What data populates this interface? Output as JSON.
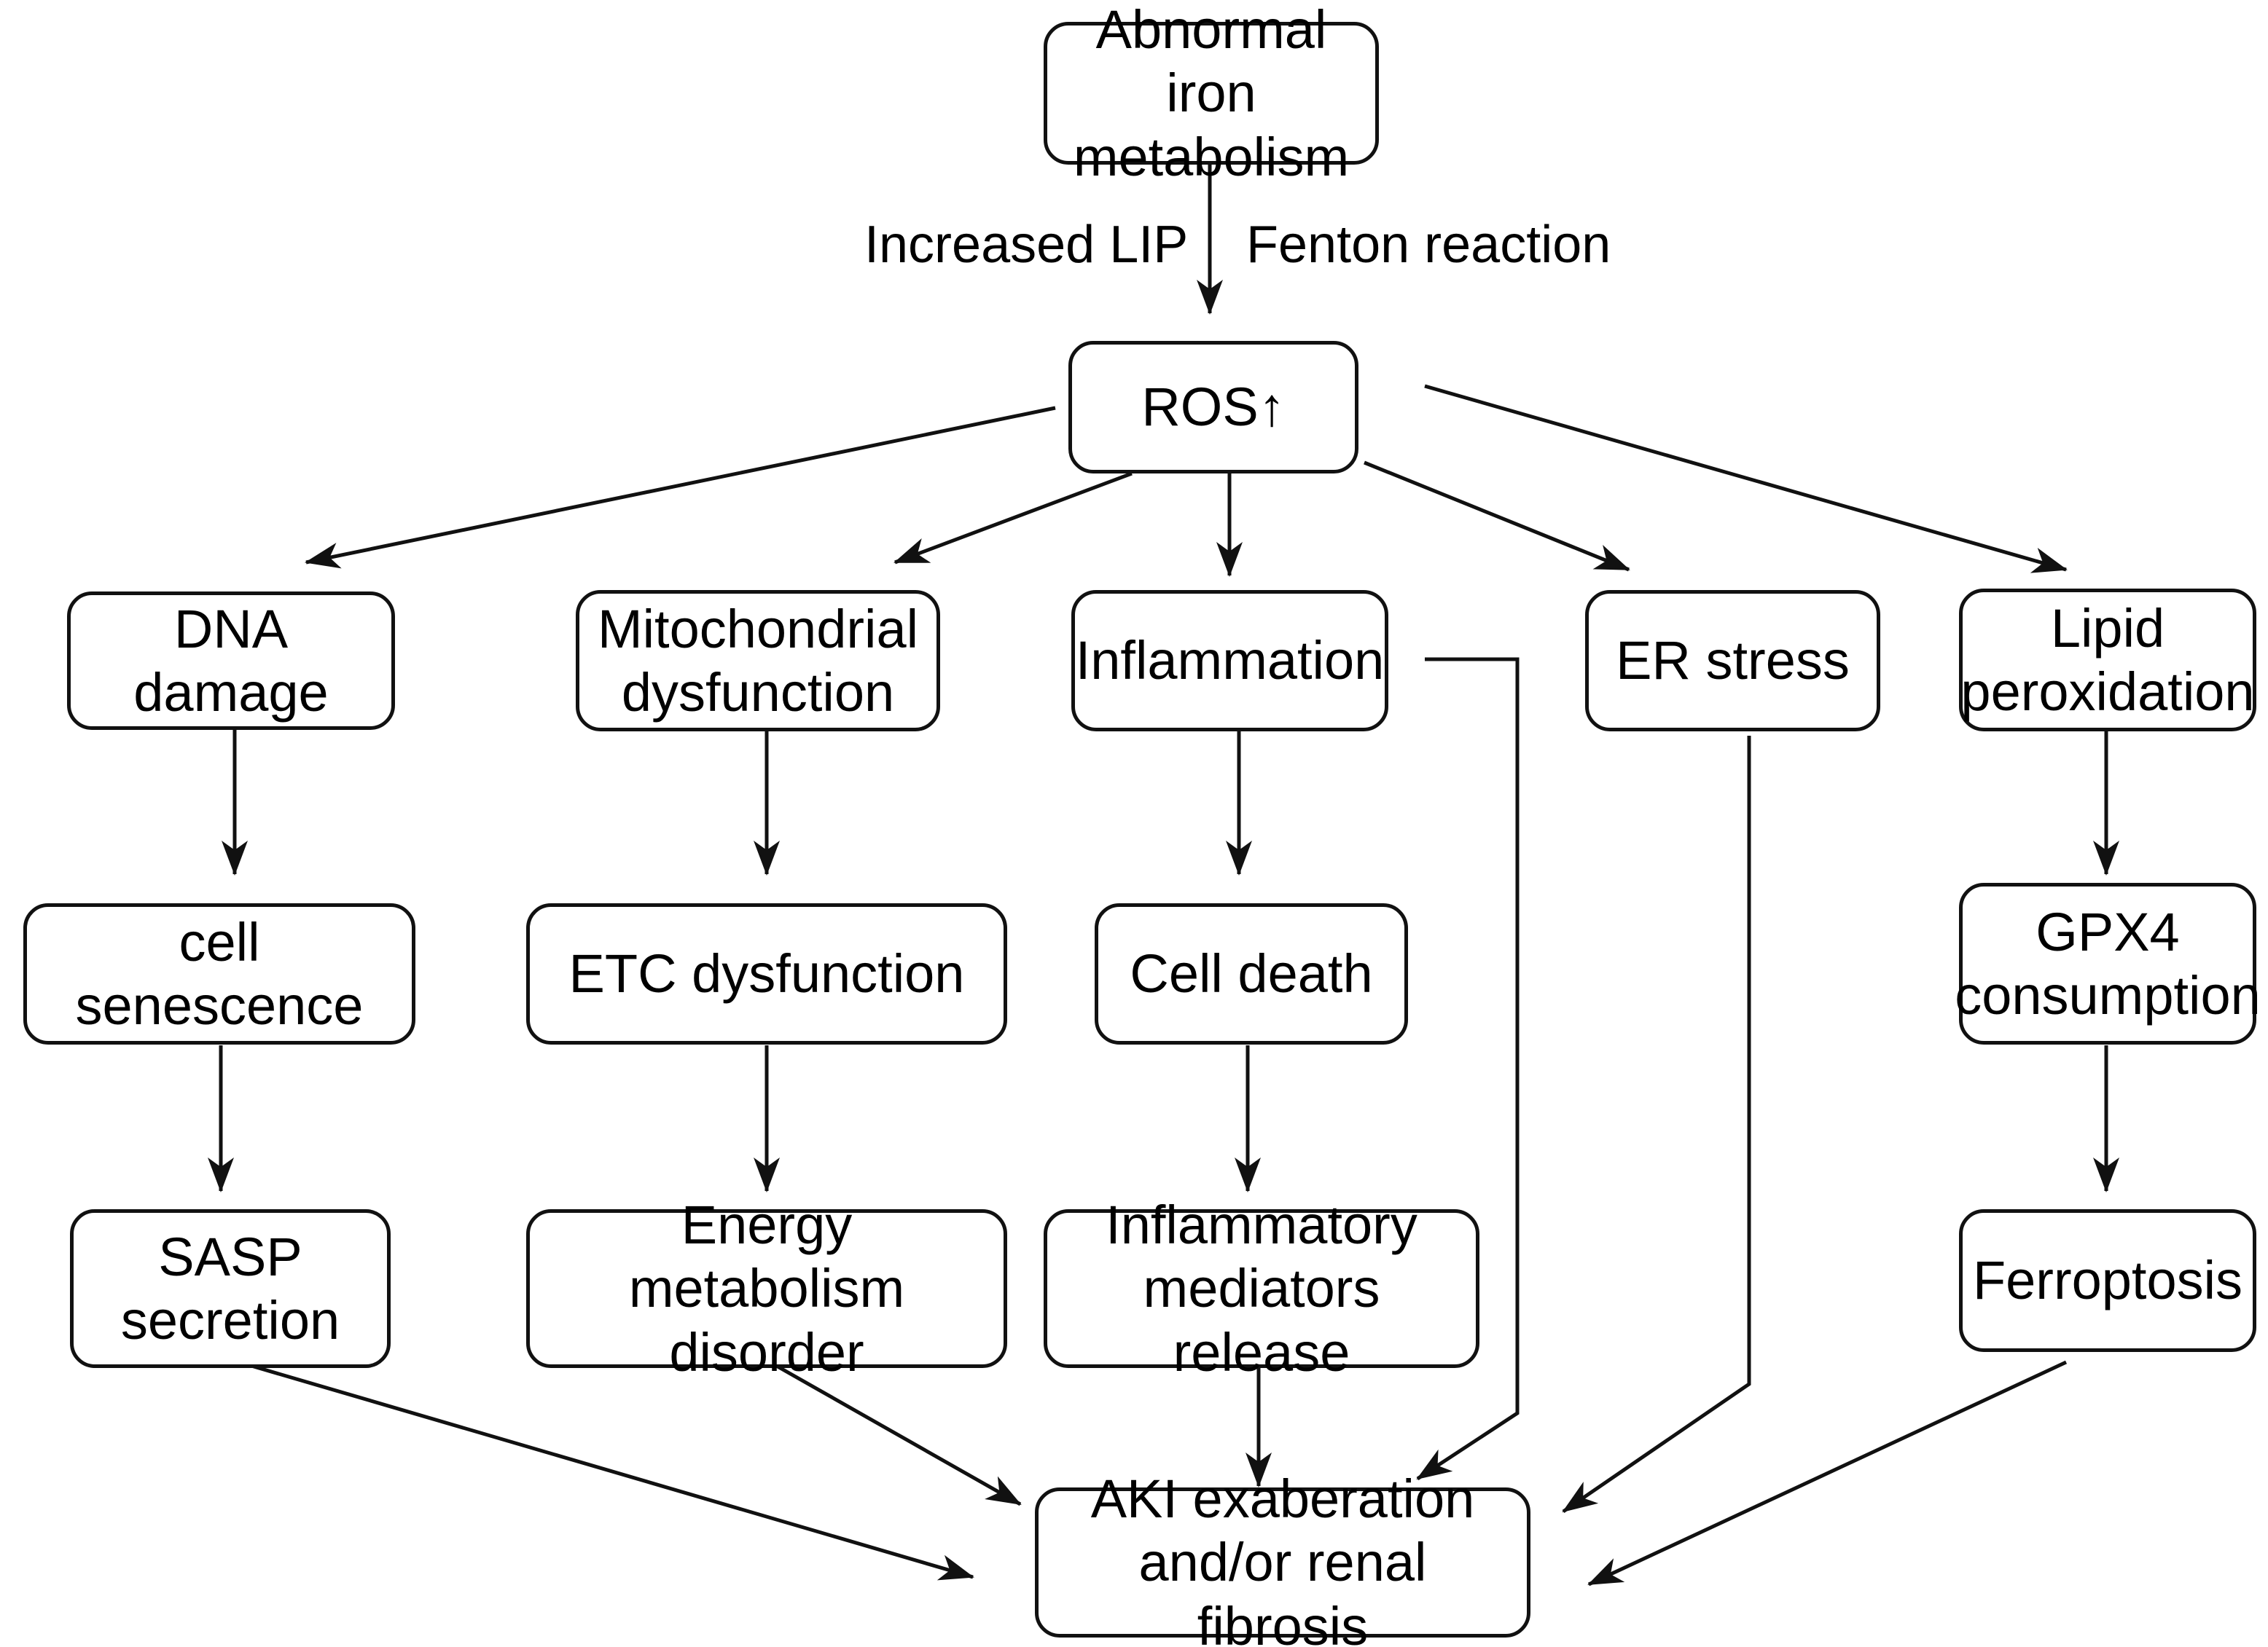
{
  "diagram": {
    "title": "Abnormal iron metabolism pathway to AKI exacerbation and/or renal fibrosis",
    "stroke_color": "#111111",
    "background_color": "#ffffff",
    "text_color": "#000000"
  },
  "nodes": {
    "abnormal_iron_metabolism": "Abnormal iron\nmetabolism",
    "ros": "ROS↑",
    "dna_damage": "DNA damage",
    "mitochondrial_dysfunction": "Mitochondrial\ndysfunction",
    "inflammation": "Inflammation",
    "er_stress": "ER stress",
    "lipid_peroxidation": "Lipid\nperoxidation",
    "cell_senescence": "cell senescence",
    "etc_dysfunction": "ETC dysfunction",
    "cell_death": "Cell death",
    "gpx4_consumption": "GPX4\nconsumption",
    "sasp_secretion": "SASP\nsecretion",
    "energy_metabolism_disorder": "Energy metabolism\ndisorder",
    "inflammatory_mediators_release": "Inflammatory\nmediators release",
    "ferroptosis": "Ferroptosis",
    "aki_outcome": "AKI exaberation\nand/or renal fibrosis"
  },
  "edge_labels": {
    "increased_lip": "Increased LIP",
    "fenton_reaction": "Fenton reaction"
  }
}
